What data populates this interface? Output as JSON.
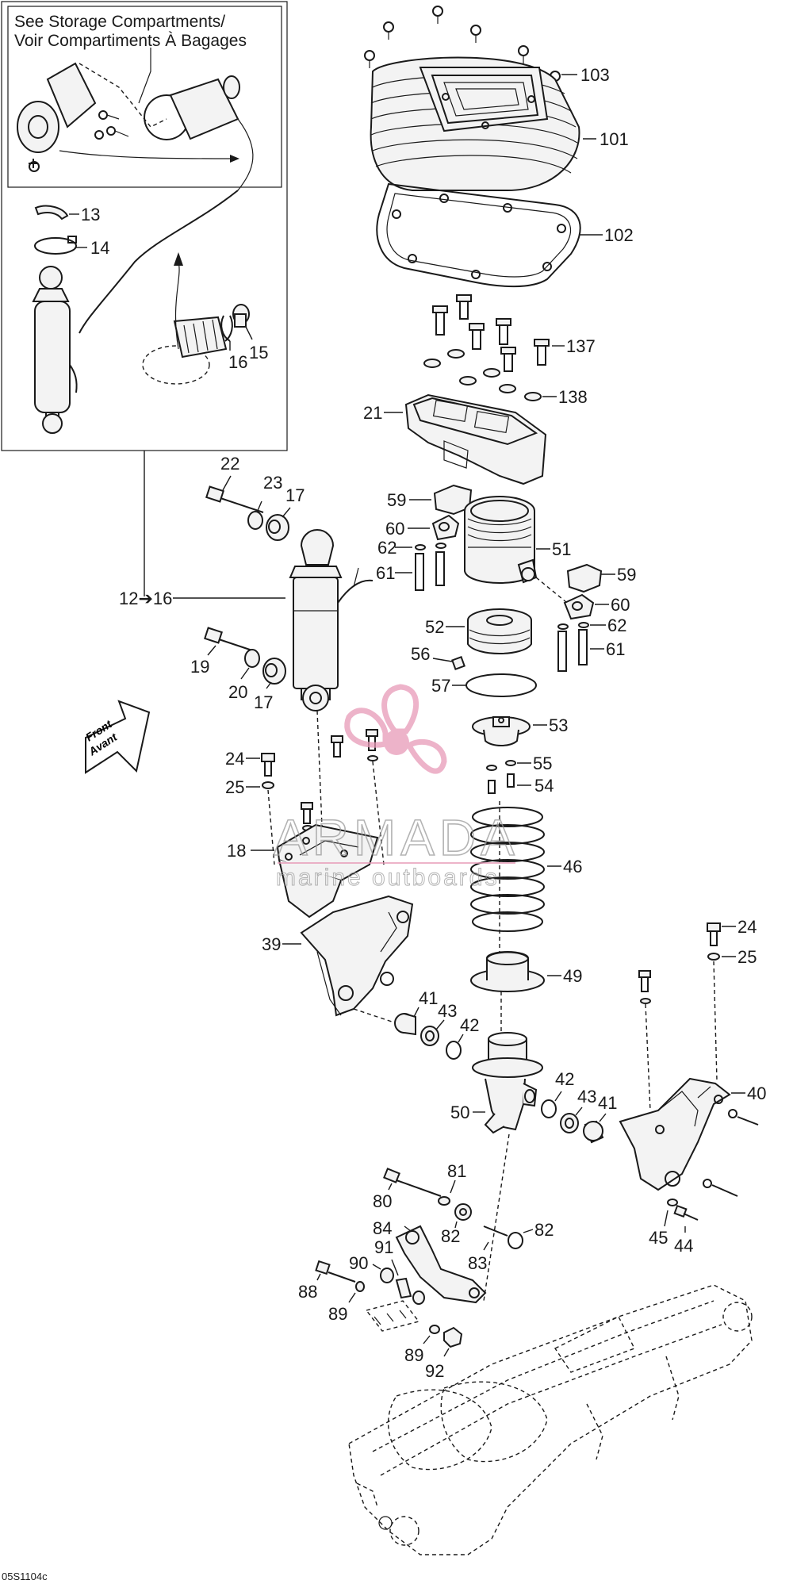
{
  "inset": {
    "title_line1": "See Storage Compartments/",
    "title_line2": "Voir Compartiments À Bagages"
  },
  "front_arrow": {
    "line1": "Front",
    "line2": "Avant"
  },
  "watermark": {
    "brand": "ARMADA",
    "tagline": "marine outboards",
    "color": "#e89ab8"
  },
  "diagram_code": "05S1104c",
  "callouts": {
    "c103": "103",
    "c101": "101",
    "c102": "102",
    "c13": "13",
    "c14": "14",
    "c16": "16",
    "c15": "15",
    "c137": "137",
    "c138": "138",
    "c21": "21",
    "c22": "22",
    "c23": "23",
    "c17a": "17",
    "c59a": "59",
    "c60a": "60",
    "c62a": "62",
    "c61a": "61",
    "c51": "51",
    "c59b": "59",
    "c60b": "60",
    "c62b": "62",
    "c61b": "61",
    "c12_16": "12➔16",
    "c19": "19",
    "c20": "20",
    "c17b": "17",
    "c52": "52",
    "c56": "56",
    "c57": "57",
    "c53": "53",
    "c55": "55",
    "c54": "54",
    "c24a": "24",
    "c25a": "25",
    "c18": "18",
    "c46": "46",
    "c24b": "24",
    "c25b": "25",
    "c39": "39",
    "c49": "49",
    "c41a": "41",
    "c43a": "43",
    "c42a": "42",
    "c40": "40",
    "c42b": "42",
    "c43b": "43",
    "c41b": "41",
    "c50": "50",
    "c81": "81",
    "c80": "80",
    "c82a": "82",
    "c82b": "82",
    "c83": "83",
    "c45": "45",
    "c44": "44",
    "c84": "84",
    "c90": "90",
    "c91": "91",
    "c88": "88",
    "c89a": "89",
    "c89b": "89",
    "c92": "92"
  }
}
